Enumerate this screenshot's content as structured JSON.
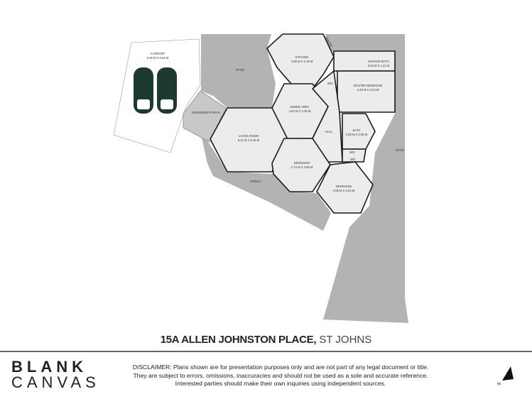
{
  "plan": {
    "rooms": [
      {
        "name": "CARPORT",
        "size": "6.45 M X 6.83 M"
      },
      {
        "name": "KITCHEN",
        "size": "4.98 M X 4.19 M"
      },
      {
        "name": "MASTER BATH",
        "size": "3.34 M X 1.41 M"
      },
      {
        "name": "MASTER BEDROOM",
        "size": "4.48 M X 3.44 M"
      },
      {
        "name": "DINING AREA",
        "size": "4.62 M X 4.26 M"
      },
      {
        "name": "LIVING ROOM",
        "size": "6.11 M X 5.16 M"
      },
      {
        "name": "BATH",
        "size": "2.08 M X 2.05 M"
      },
      {
        "name": "BEDROOM",
        "size": "4.74 M X 3.68 M"
      },
      {
        "name": "BEDROOM",
        "size": "4.08 M X 4.02 M"
      }
    ],
    "labels": {
      "patio_left": "PATIO",
      "patio_right": "PATIO",
      "porch": "PORCH",
      "screened_porch": "SCREENED PORCH",
      "hall": "HALL",
      "wic1": "WIC",
      "wic2": "WIC",
      "wic3": "WIC",
      "pantry": "PANTRY"
    }
  },
  "title": {
    "address": "15A ALLEN JOHNSTON PLACE,",
    "suburb": " ST JOHNS"
  },
  "logo": {
    "line1": "BLANK",
    "line2": "CANVAS"
  },
  "disclaimer": [
    "DISCLAIMER: Plans shown are for presentation purposes only and are not part of any legal document or title.",
    "They are subject to errors, omissions, inaccuracies and should not be used as a sole and accurate reference.",
    "Interested parties should make their own inquiries using independent sources."
  ],
  "north": {
    "label": "N",
    "icon": "north-arrow-icon"
  },
  "colors": {
    "outdoor": "#b3b3b3",
    "room": "#ececec",
    "wall": "#1a1a1a",
    "car": "#1c3a30"
  }
}
